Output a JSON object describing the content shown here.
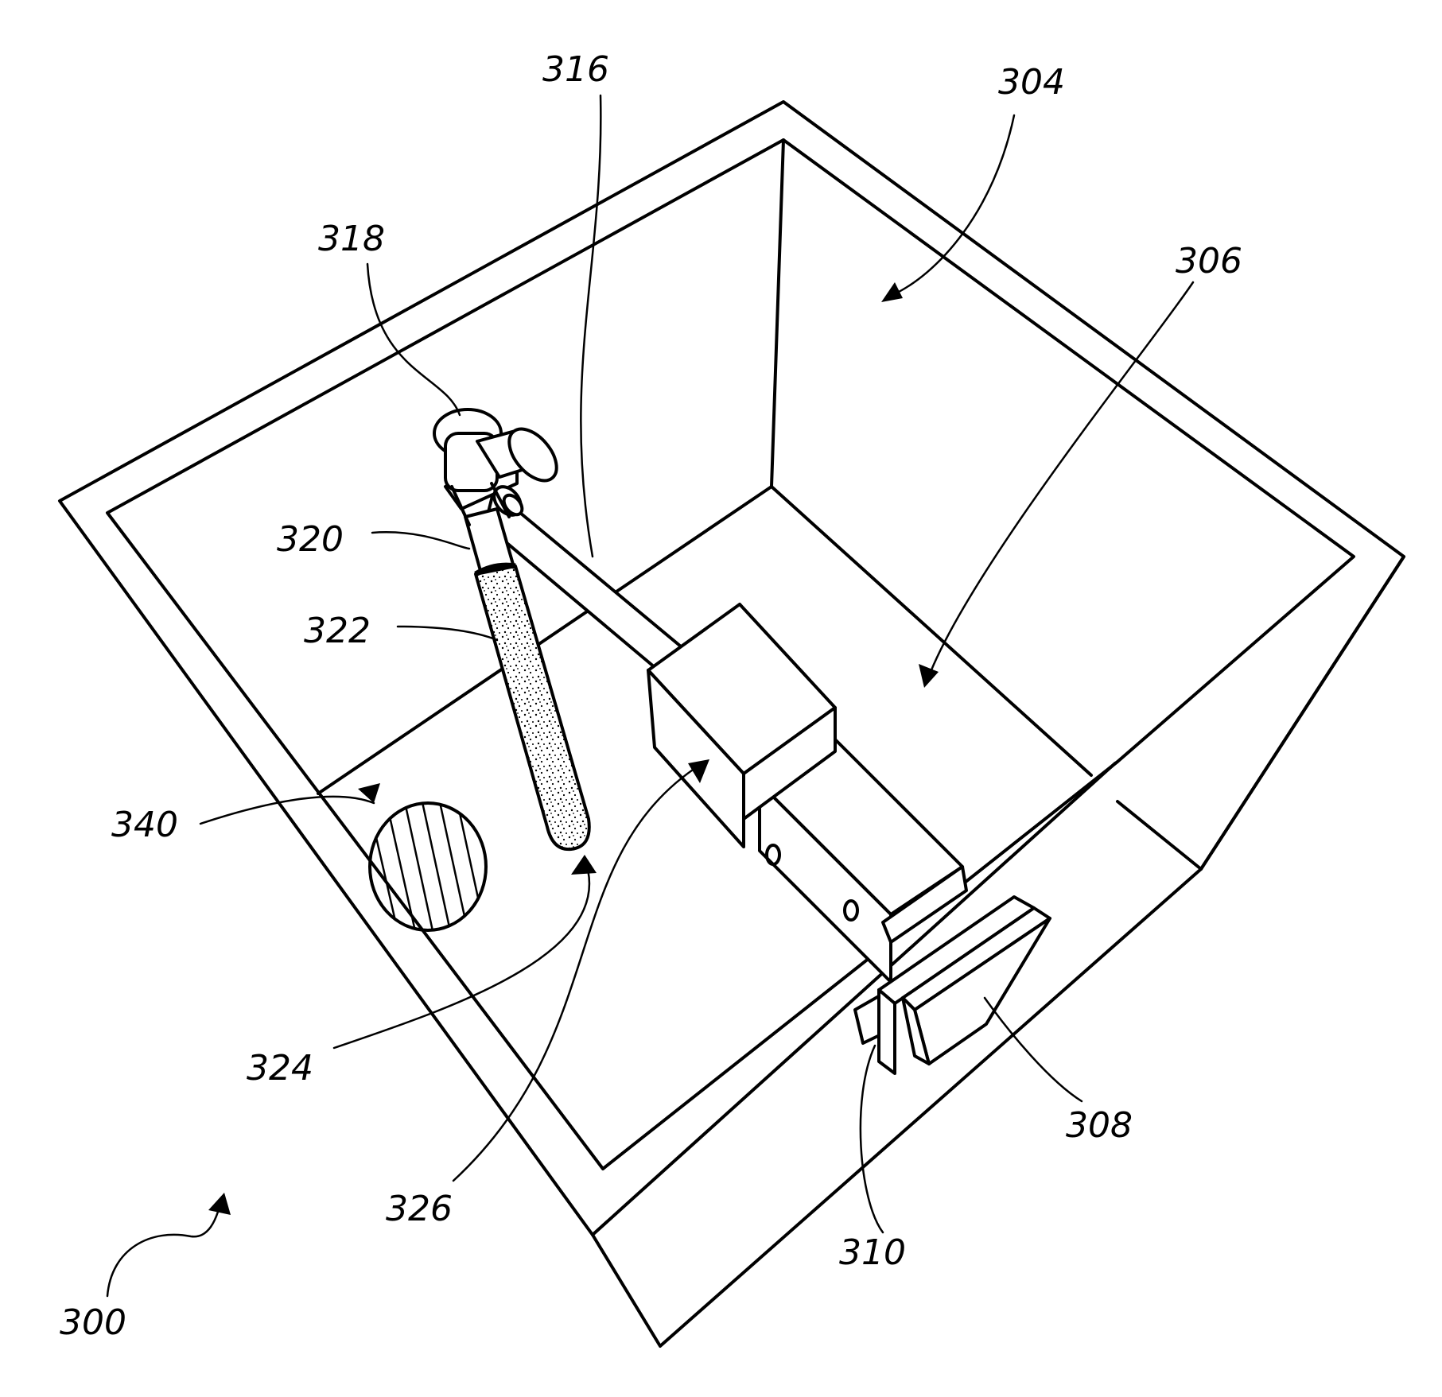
{
  "figure": {
    "reference_numerals": {
      "assembly": "300",
      "back_wall": "304",
      "floor": "306",
      "plate": "308",
      "bracket": "310",
      "arm": "316",
      "elbow_joint": "318",
      "tube": "320",
      "sponge_tip": "322",
      "tip_end": "324",
      "block": "326",
      "drain_hole": "340"
    }
  }
}
